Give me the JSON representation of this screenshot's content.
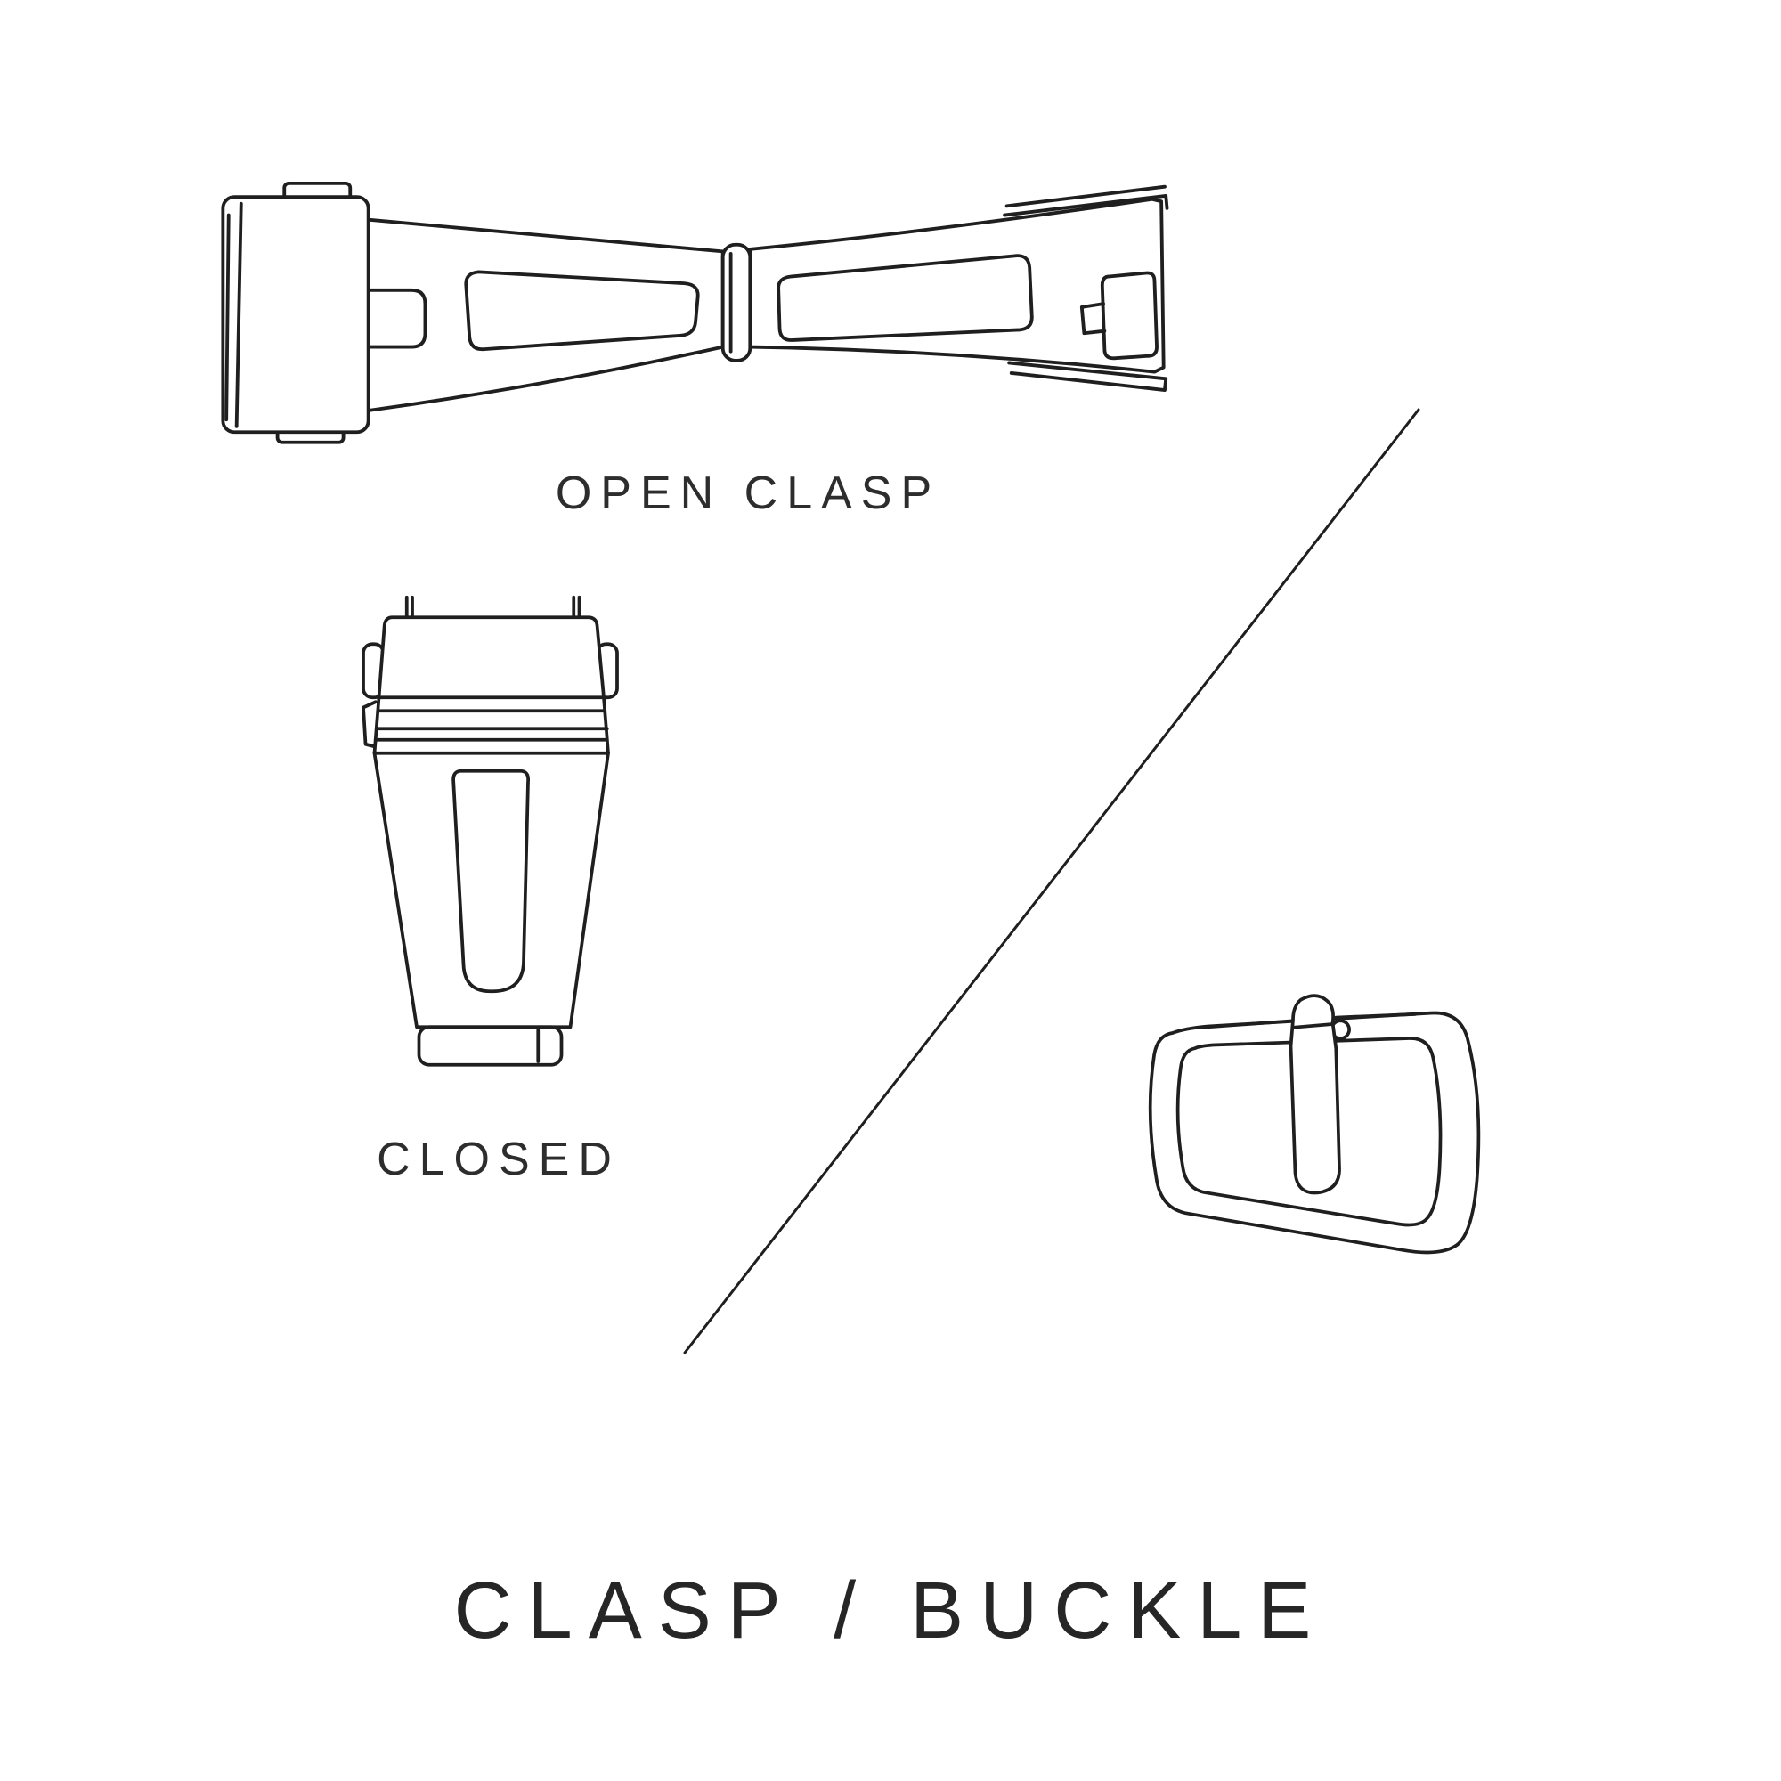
{
  "page": {
    "background_color": "#ffffff",
    "line_color": "#1f1f1f",
    "text_color": "#2d2d2d"
  },
  "labels": {
    "open_clasp": "OPEN CLASP",
    "closed": "CLOSED",
    "title": "CLASP / BUCKLE"
  },
  "illustrations": [
    {
      "name": "open-clasp",
      "caption": "OPEN CLASP",
      "description": "deployant watch clasp shown open, two arms hinged at center"
    },
    {
      "name": "closed-clasp",
      "caption": "CLOSED",
      "description": "deployant watch clasp shown folded closed"
    },
    {
      "name": "tang-buckle",
      "caption": "",
      "description": "traditional pin buckle with tongue"
    }
  ],
  "divider": {
    "orientation": "diagonal",
    "from": "upper-right",
    "to": "lower-left"
  }
}
